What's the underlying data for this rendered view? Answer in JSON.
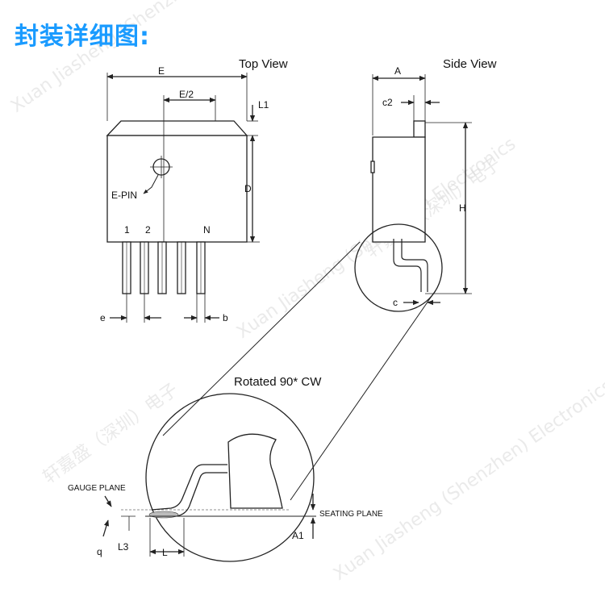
{
  "title": "封装详细图:",
  "watermark": [
    "Xuan Jiasheng (Shenzhen) Electronics",
    "轩嘉盛（深圳）电子"
  ],
  "views": {
    "top": "Top View",
    "side": "Side View",
    "rotated": "Rotated 90* CW"
  },
  "labels": {
    "E": "E",
    "E2": "E/2",
    "L1": "L1",
    "D": "D",
    "EPIN": "E-PIN",
    "pin1": "1",
    "pin2": "2",
    "pinN": "N",
    "e": "e",
    "b": "b",
    "A": "A",
    "c2": "c2",
    "H": "H",
    "c": "c",
    "gauge": "GAUGE PLANE",
    "seating": "SEATING PLANE",
    "A1": "A1",
    "L3": "L3",
    "L": "L",
    "q": "q"
  },
  "colors": {
    "title": "#1a9bff",
    "line": "#222222"
  }
}
